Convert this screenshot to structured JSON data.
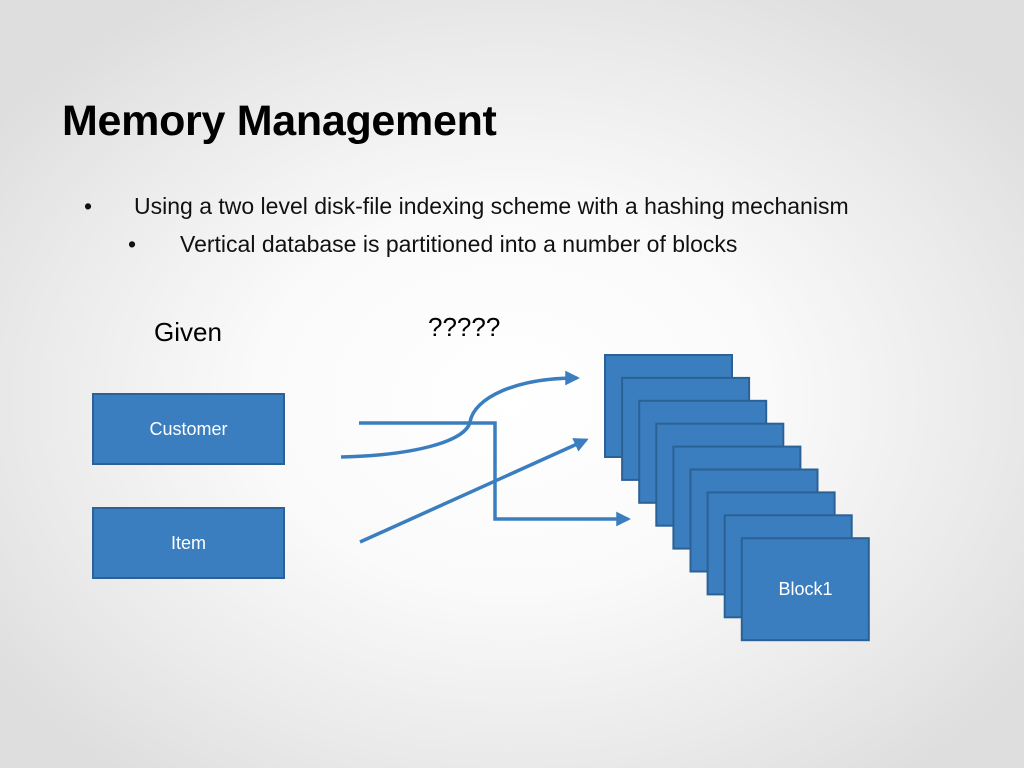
{
  "slide": {
    "title": "Memory Management",
    "bullets": [
      "Using a two level disk-file indexing scheme with a hashing mechanism",
      "Vertical database is partitioned into a number of blocks"
    ],
    "bullet_symbol": "•"
  },
  "diagram": {
    "given_label": "Given",
    "unknown_label": "?????",
    "inputs": [
      "Customer",
      "Item"
    ],
    "block_label": "Block1",
    "block_count": 9,
    "colors": {
      "box_fill": "#3a7ebf",
      "box_border": "#2c6196",
      "arrow": "#3a7ebf"
    }
  }
}
